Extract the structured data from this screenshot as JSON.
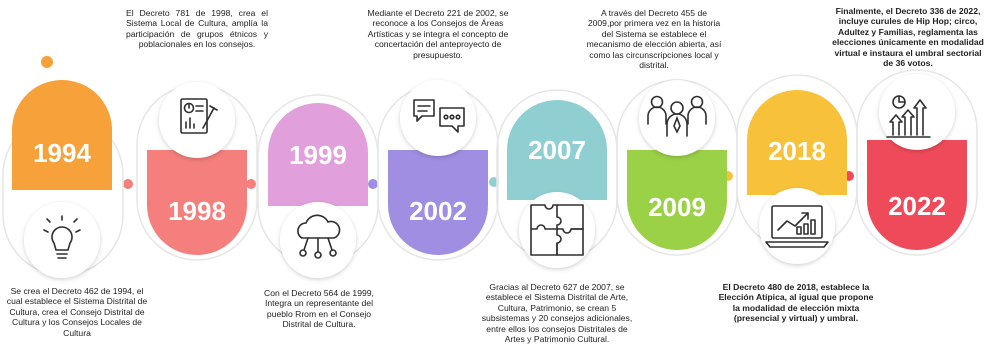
{
  "milestones": [
    {
      "year": "1994",
      "color": "#f6a13a",
      "icon": "lightbulb-icon",
      "text": "Se crea el Decreto 462 de 1994, el cual establece el Sistema Distrital de Cultura, crea el Consejo Distrital de Cultura y los Consejos Locales de Cultura"
    },
    {
      "year": "1998",
      "color": "#f47f7c",
      "icon": "document-chart-icon",
      "text": "El Decreto 781 de 1998, crea el Sistema Local de Cultura, amplía la participación de grupos étnicos y poblacionales en los consejos."
    },
    {
      "year": "1999",
      "color": "#e19fdb",
      "icon": "cloud-network-icon",
      "text": "Con el Decreto 564 de 1999, Integra un representante del pueblo Rrom en el Consejo Distrital de Cultura."
    },
    {
      "year": "2002",
      "color": "#a08ee3",
      "icon": "chat-bubbles-icon",
      "text": "Mediante el Decreto 221 de 2002, se reconoce a los Consejos de Áreas Artísticas y se integra el concepto de concertación del anteproyecto de presupuesto."
    },
    {
      "year": "2007",
      "color": "#8fcfd2",
      "icon": "puzzle-icon",
      "text": "Gracias al Decreto 627 de 2007, se establece el Sistema Distrital de Arte, Cultura, Patrimonio, se crean 5 subsistemas y 20 consejos adicionales, entre ellos los consejos Distritales de Artes y Patrimonio Cultural."
    },
    {
      "year": "2009",
      "color": "#9bd146",
      "icon": "people-group-icon",
      "text": "A través del Decreto 455 de 2009,por primera vez en la historia del Sistema se establece el mecanismo de elección abierta, así como las circunscripciones local y distrital."
    },
    {
      "year": "2018",
      "color": "#f7c23a",
      "icon": "laptop-growth-icon",
      "text": "El Decreto 480 de 2018, establece la Elección Atípica, al igual que propone la modalidad de elección mixta (presencial y virtual) y umbral."
    },
    {
      "year": "2022",
      "color": "#ef4a5a",
      "icon": "growth-chart-icon",
      "text": "Finalmente, el Decreto 336 de 2022, incluye curules de Hip Hop; circo, Adultez y Familias, reglamenta las elecciones únicamente en modalidad virtual e instaura el umbral sectorial de 36 votos."
    }
  ],
  "colors": {
    "line": "#e6e6e6",
    "circle_fill": "#ffffff",
    "icon_stroke": "#2f2f2f",
    "text": "#222222"
  }
}
